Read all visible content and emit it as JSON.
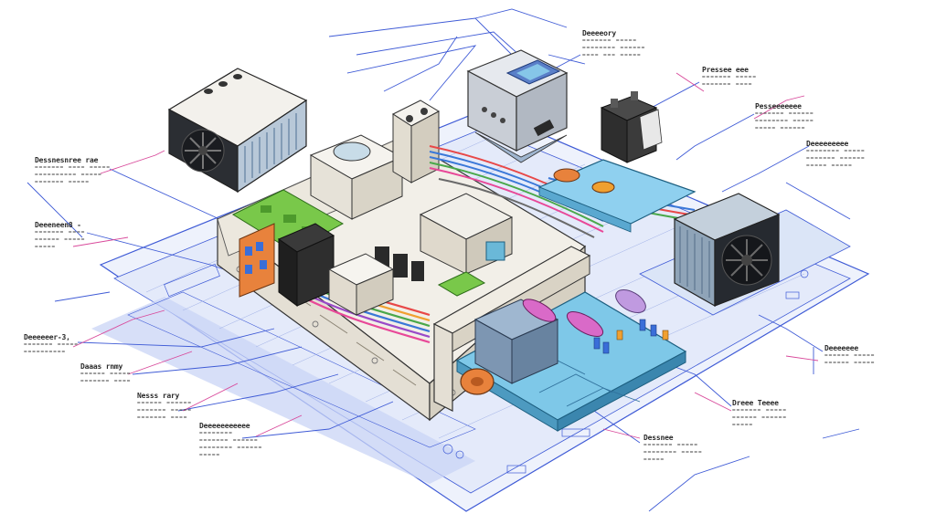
{
  "diagram": {
    "kind": "isometric exploded technical illustration",
    "colors": {
      "blueprint": "#3f5bd6",
      "blueprint_light": "#c9d4f5",
      "callout_pink": "#d8489a",
      "ink": "#2a2a2a",
      "board_blue": "#7ec8e8",
      "pcb_green": "#79c84a",
      "heatsink": "#8fa4b8",
      "housing": "#eeeae2",
      "accent_orange": "#e8823c",
      "accent_magenta": "#d96ac8"
    },
    "components": [
      {
        "name": "psu-fan-module",
        "icon": "fan-icon"
      },
      {
        "name": "main-chassis",
        "icon": "chassis-icon"
      },
      {
        "name": "green-pcb-board",
        "icon": "pcb-icon"
      },
      {
        "name": "top-control-unit",
        "icon": "display-icon"
      },
      {
        "name": "twin-capacitor-block",
        "icon": "capacitor-icon"
      },
      {
        "name": "right-heatsink-fan",
        "icon": "fan-icon"
      },
      {
        "name": "cooling-pipe-bundle",
        "icon": "pipe-icon"
      },
      {
        "name": "blue-circuit-board",
        "icon": "circuit-icon"
      }
    ],
    "callouts": [
      {
        "title": "Deeeeory",
        "lines": [
          "======= =====",
          "======== ======",
          "==== === ====="
        ]
      },
      {
        "title": "Pressee eee",
        "lines": [
          "======= =====",
          "======= ===="
        ]
      },
      {
        "title": "Pesseeeeeee",
        "lines": [
          "======= ======",
          "======== =====",
          "===== ======"
        ]
      },
      {
        "title": "Deeeeeeeee",
        "lines": [
          "======== =====",
          "======= ======",
          "===== ====="
        ]
      },
      {
        "title": "Dessnesnree rae",
        "lines": [
          "======= ==== =====",
          "========== =====",
          "======= ====="
        ]
      },
      {
        "title": "Deeeneen8 -",
        "lines": [
          "======= ====",
          "====== =====",
          "====="
        ]
      },
      {
        "title": "Deeeeeer-3,",
        "lines": [
          "======= =====",
          "=========="
        ]
      },
      {
        "title": "Daaas rnmy",
        "lines": [
          "====== =====",
          "======= ===="
        ]
      },
      {
        "title": "Nesss rary",
        "lines": [
          "====== ======",
          "======= =====",
          "======= ===="
        ]
      },
      {
        "title": "Deeeeeeeeeee",
        "lines": [
          "========",
          "======= ======",
          "======== ======",
          "====="
        ]
      },
      {
        "title": "Dessnee",
        "lines": [
          "======= =====",
          "======== =====",
          "====="
        ]
      },
      {
        "title": "Dreee Teeee",
        "lines": [
          "======= =====",
          "====== ======",
          "====="
        ]
      },
      {
        "title": "Deeeeeee",
        "lines": [
          "====== =====",
          "====== ====="
        ]
      }
    ]
  }
}
